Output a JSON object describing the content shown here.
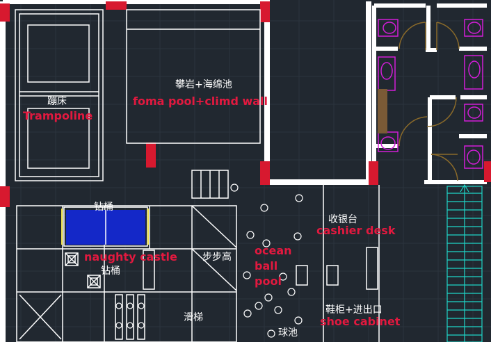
{
  "labels": {
    "trampoline_cn": "蹦床",
    "trampoline_en": "Trampoline",
    "climb_cn": "攀岩+海绵池",
    "climb_en": "foma pool+climd wall",
    "drill_bucket_1": "钻桶",
    "drill_bucket_2": "钻桶",
    "naughty_castle": "naughty castle",
    "step_high": "步步高",
    "ocean_ball_1": "ocean",
    "ocean_ball_2": "ball",
    "ocean_ball_3": "pool",
    "cashier_cn": "收银台",
    "cashier_en": "cashier desk",
    "slide_cn": "滑梯",
    "ball_pool_cn": "球池",
    "shoe_cn": "鞋柜+进出口",
    "shoe_en": "shoe cabinet"
  },
  "colors": {
    "background": "#212830",
    "wall": "#ffffff",
    "column": "#d7192f",
    "label_red": "#e2193f",
    "fixture": "#d21ed7",
    "door": "#8a6a2a",
    "stair": "#1fd6c8",
    "ball_pit": "#1428c8"
  }
}
